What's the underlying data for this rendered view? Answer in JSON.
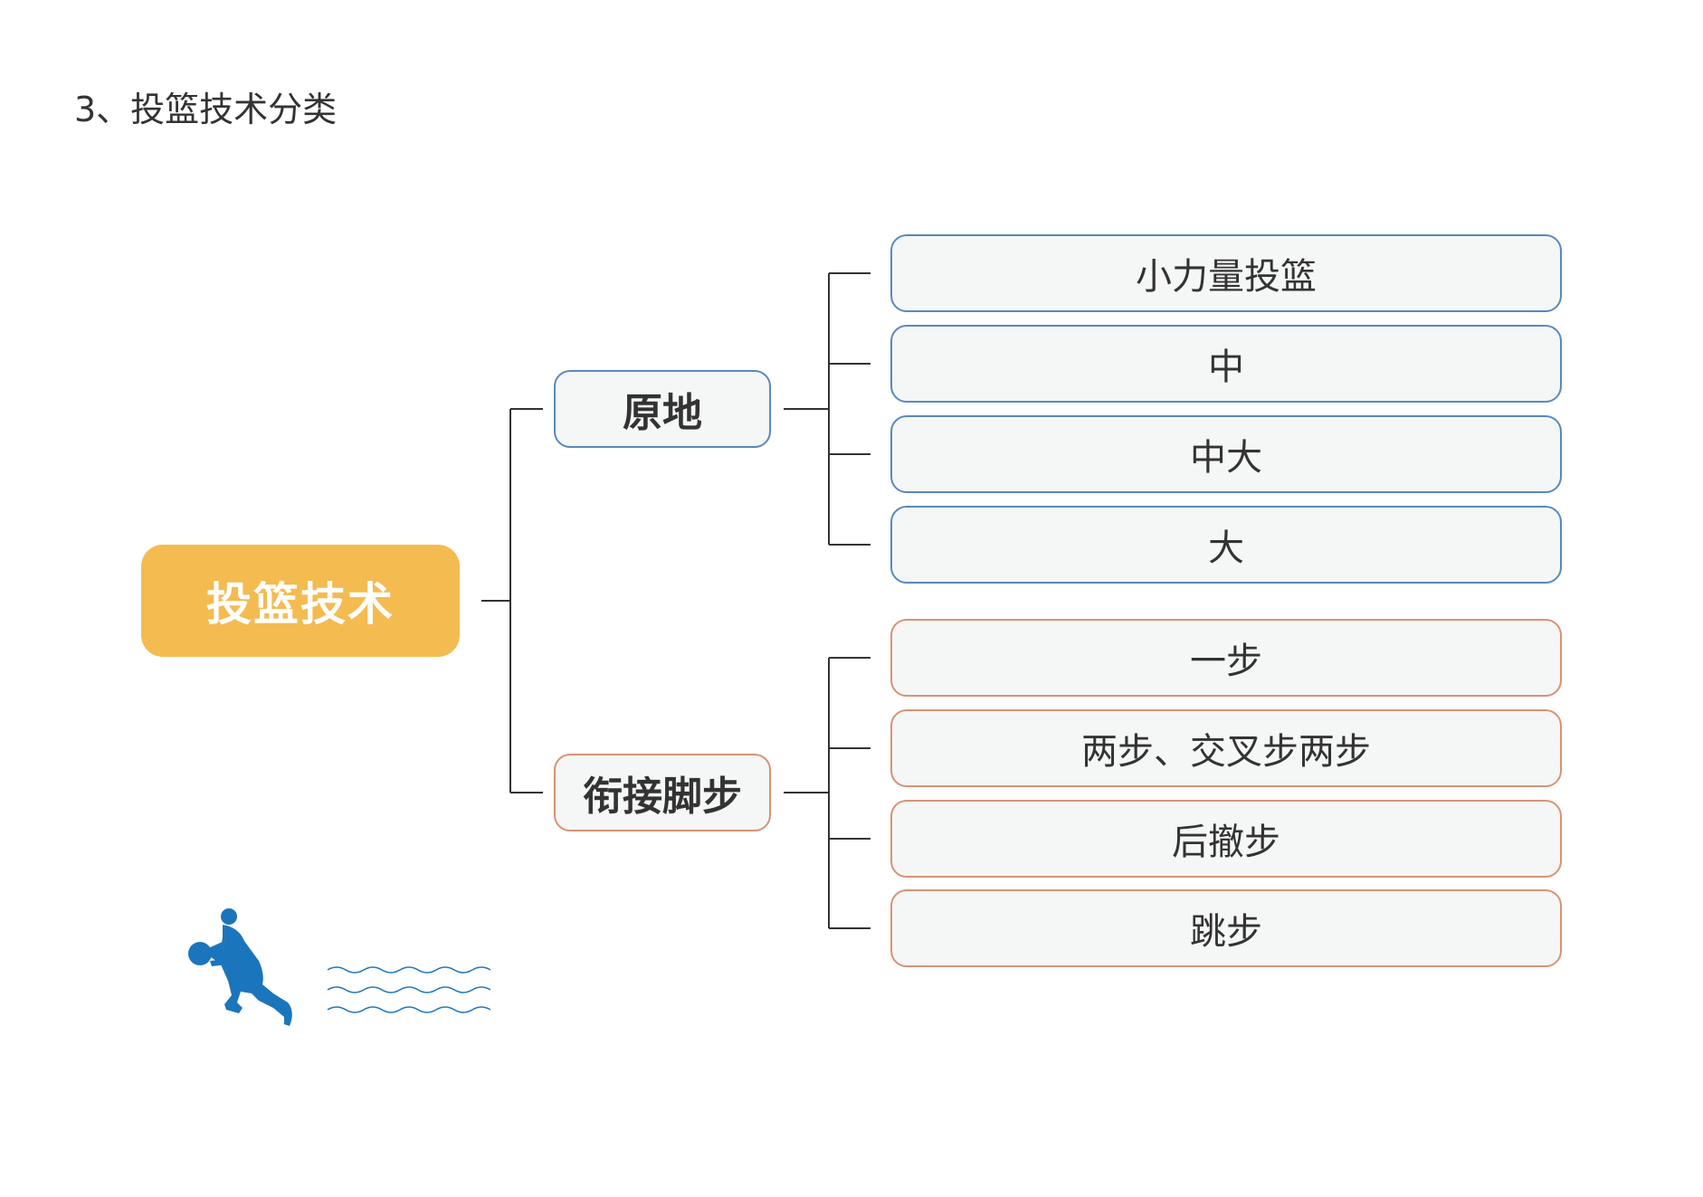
{
  "heading": "3、投篮技术分类",
  "root": {
    "label": "投篮技术",
    "color": "#f4bb51"
  },
  "branches": [
    {
      "label": "原地",
      "border_color": "#5889bc",
      "children": [
        "小力量投篮",
        "中",
        "中大",
        "大"
      ]
    },
    {
      "label": "衔接脚步",
      "border_color": "#d89275",
      "children": [
        "一步",
        "两步、交叉步两步",
        "后撤步",
        "跳步"
      ]
    }
  ],
  "illustration": {
    "icon": "basketball-player-icon",
    "color": "#1b75bc",
    "decoration": "wave-lines-icon"
  },
  "connector_color": "#333333"
}
